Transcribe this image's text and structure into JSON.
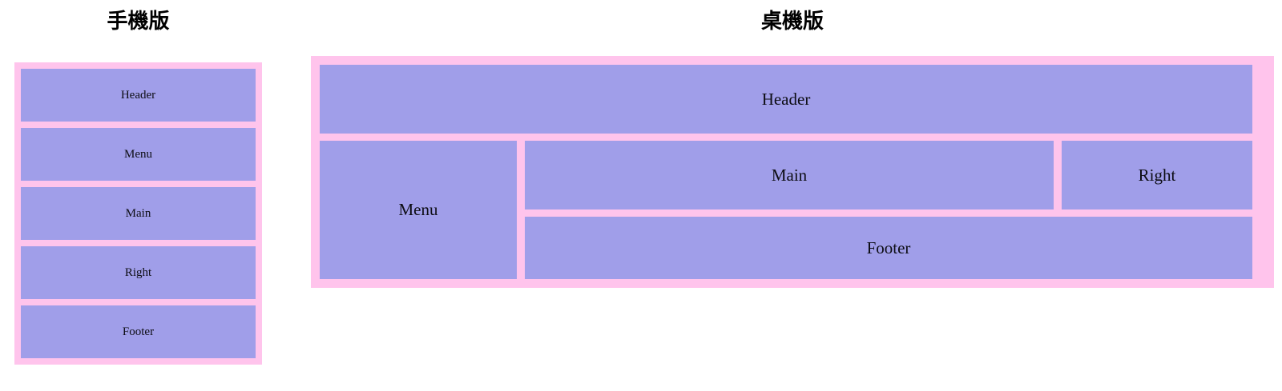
{
  "colors": {
    "wrapper_pink": "#ffc4ec",
    "cell_purple": "#a09ee9",
    "text": "#0d0d14",
    "page_background": "#ffffff"
  },
  "mobile": {
    "heading": "手機版",
    "cells": [
      {
        "label": "Header"
      },
      {
        "label": "Menu"
      },
      {
        "label": "Main"
      },
      {
        "label": "Right"
      },
      {
        "label": "Footer"
      }
    ]
  },
  "desktop": {
    "heading": "桌機版",
    "cells": {
      "header": "Header",
      "menu": "Menu",
      "main": "Main",
      "right": "Right",
      "footer": "Footer"
    }
  }
}
